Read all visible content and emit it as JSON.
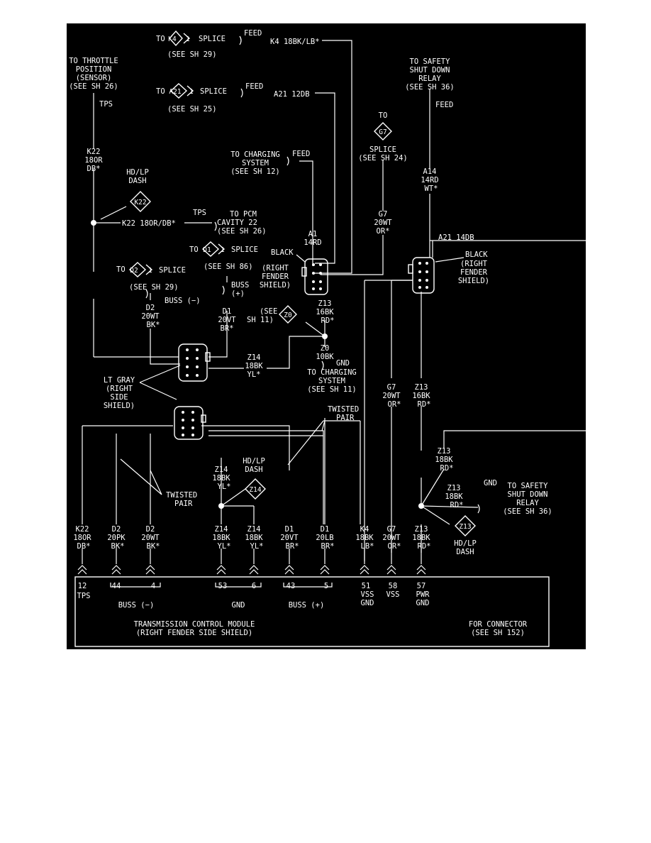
{
  "diagram": {
    "splices": {
      "k4": {
        "prefix": "TO",
        "tag": "K4",
        "pin": "1",
        "label": "SPLICE",
        "see": "(SEE SH 29)",
        "feed": "FEED",
        "wire": "K4 18BK/LB*"
      },
      "a21": {
        "prefix": "TO",
        "tag": "A21",
        "pin": "1",
        "label": "SPLICE",
        "see": "(SEE SH 25)",
        "feed": "FEED",
        "wire": "A21 12DB"
      },
      "d1": {
        "prefix": "TO",
        "tag": "D1",
        "pin": "1",
        "label": "SPLICE",
        "see": "(SEE SH 86)",
        "buss": [
          "BUSS",
          "(+)"
        ]
      },
      "d2": {
        "prefix": "TO",
        "tag": "D2",
        "pin": "1",
        "label": "SPLICE",
        "see": "(SEE SH 29)",
        "buss": "BUSS (−)"
      },
      "g7": {
        "prefix": "TO",
        "tag": "G7",
        "lines": [
          "SPLICE",
          "(SEE SH 24)"
        ]
      }
    },
    "throttle": {
      "lines": [
        "TO THROTTLE",
        "POSITION",
        "(SENSOR)",
        "(SEE SH 26)"
      ],
      "tps": "TPS"
    },
    "ssr_top": {
      "lines": [
        "TO SAFETY",
        "SHUT DOWN",
        "RELAY",
        "(SEE SH 36)"
      ],
      "feed": "FEED"
    },
    "charging_top": {
      "feed": "FEED",
      "lines": [
        "TO CHARGING",
        "SYSTEM",
        "(SEE SH 12)"
      ]
    },
    "k22_upper": [
      "K22",
      "18OR",
      "DB*"
    ],
    "k22_lower": [
      "K22",
      "18OR",
      "DB*"
    ],
    "k22_hd": {
      "label": [
        "HD/LP",
        "DASH"
      ],
      "tag": "K22"
    },
    "tps_pcm": {
      "wire": "K22 18OR/DB*",
      "tps": "TPS",
      "lines": [
        "TO PCM",
        "CAVITY 22",
        "(SEE SH 26)"
      ]
    },
    "a1": [
      "A1",
      "14RD"
    ],
    "black_left": "BLACK",
    "right_fender_left": [
      "(RIGHT",
      "FENDER",
      "SHIELD)"
    ],
    "g7_upper": [
      "G7",
      "20WT",
      "OR*"
    ],
    "a14": [
      "A14",
      "14RD",
      "WT*"
    ],
    "a21_right": "A21 14DB",
    "black_right": "BLACK",
    "right_fender_right": [
      "(RIGHT",
      "FENDER",
      "SHIELD)"
    ],
    "d2_upper": [
      "D2",
      "20WT",
      "BK*"
    ],
    "d1_upper": [
      "D1",
      "20VT",
      "BR*"
    ],
    "z0_see": [
      "(SEE",
      "SH 11)"
    ],
    "z0_tag": "Z0",
    "z13_upper": [
      "Z13",
      "16BK",
      "RD*"
    ],
    "z0_wire": [
      "Z0",
      "10BK"
    ],
    "gnd_z0": "GND",
    "to_charging_lower": [
      "TO CHARGING",
      "SYSTEM",
      "(SEE SH 11)"
    ],
    "z14_upper": [
      "Z14",
      "18BK",
      "YL*"
    ],
    "lt_gray": [
      "LT GRAY",
      "(RIGHT",
      "SIDE",
      "SHIELD)"
    ],
    "g7_mid": [
      "G7",
      "20WT",
      "OR*"
    ],
    "z13_mid": [
      "Z13",
      "16BK",
      "RD*"
    ],
    "twisted_pair_top": [
      "TWISTED",
      "PAIR"
    ],
    "twisted_pair_left": [
      "TWISTED",
      "PAIR"
    ],
    "z13_right": [
      "Z13",
      "18BK",
      "RD*"
    ],
    "z14_mid": [
      "Z14",
      "18BK",
      "YL*"
    ],
    "z14_hd": {
      "label": [
        "HD/LP",
        "DASH"
      ],
      "tag": "Z14"
    },
    "ssr_lower": {
      "gnd": "GND",
      "lines": [
        "TO SAFETY",
        "SHUT DOWN",
        "RELAY",
        "(SEE SH 36)"
      ]
    },
    "z13_gnd": [
      "Z13",
      "18BK",
      "RD*"
    ],
    "z13_hd": {
      "label": [
        "HD/LP",
        "DASH"
      ],
      "tag": "Z13"
    },
    "bottom_wires": [
      [
        "K22",
        "18OR",
        "DB*"
      ],
      [
        "D2",
        "20PK",
        "BK*"
      ],
      [
        "D2",
        "20WT",
        "BK*"
      ],
      [
        "Z14",
        "18BK",
        "YL*"
      ],
      [
        "Z14",
        "18BK",
        "YL*"
      ],
      [
        "D1",
        "20VT",
        "BR*"
      ],
      [
        "D1",
        "20LB",
        "BR*"
      ],
      [
        "K4",
        "18BK",
        "LB*"
      ],
      [
        "G7",
        "20WT",
        "OR*"
      ],
      [
        "Z13",
        "18BK",
        "RD*"
      ]
    ],
    "module": {
      "pins": [
        [
          "12",
          "TPS"
        ],
        [
          "44",
          ""
        ],
        [
          "4",
          ""
        ],
        [
          "53",
          ""
        ],
        [
          "6",
          ""
        ],
        [
          "43",
          ""
        ],
        [
          "5",
          ""
        ],
        [
          "51",
          "VSS",
          "GND"
        ],
        [
          "58",
          "VSS"
        ],
        [
          "57",
          "PWR",
          "GND"
        ]
      ],
      "buss_minus": "BUSS (−)",
      "gnd": "GND",
      "buss_plus": "BUSS (+)",
      "title": [
        "TRANSMISSION CONTROL MODULE",
        "(RIGHT FENDER SIDE SHIELD)"
      ],
      "connector": [
        "FOR CONNECTOR",
        "(SEE SH 152)"
      ]
    }
  }
}
